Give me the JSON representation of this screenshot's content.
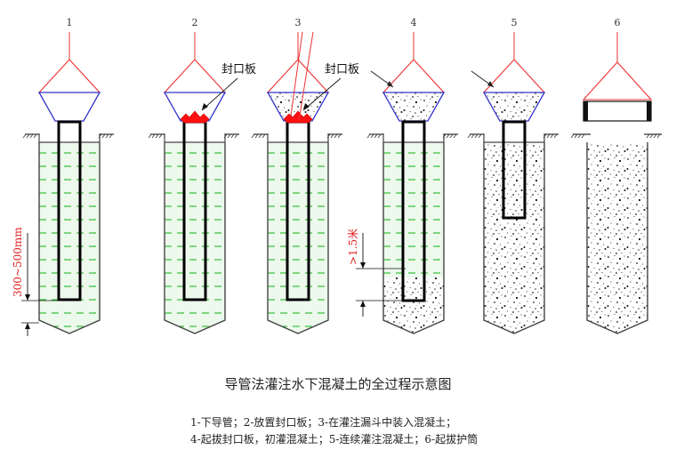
{
  "stage_numbers": [
    "1",
    "2",
    "3",
    "4",
    "5",
    "6"
  ],
  "annotations": {
    "seal_plate_stage2": "封口板",
    "seal_plate_stage3": "封口板",
    "dimension_300_500": "300~500mm",
    "dimension_1_5m": ">1.5米"
  },
  "title": "导管法灌注水下混凝土的全过程示意图",
  "legend": {
    "line1": "1-下导管；2-放置封口板；3-在灌注漏斗中装入混凝土；",
    "line2": "4-起拔封口板，初灌混凝土；5-连续灌注混凝土；6-起拔护筒"
  },
  "colors": {
    "water_lines": "#22bb22",
    "water_fill": "#eef9ee",
    "hopper_cable": "#ee3333",
    "hopper_body": "#3333cc",
    "seal_plate": "#ff1111",
    "dimension_text": "#e02020",
    "pipe": "#000000"
  }
}
